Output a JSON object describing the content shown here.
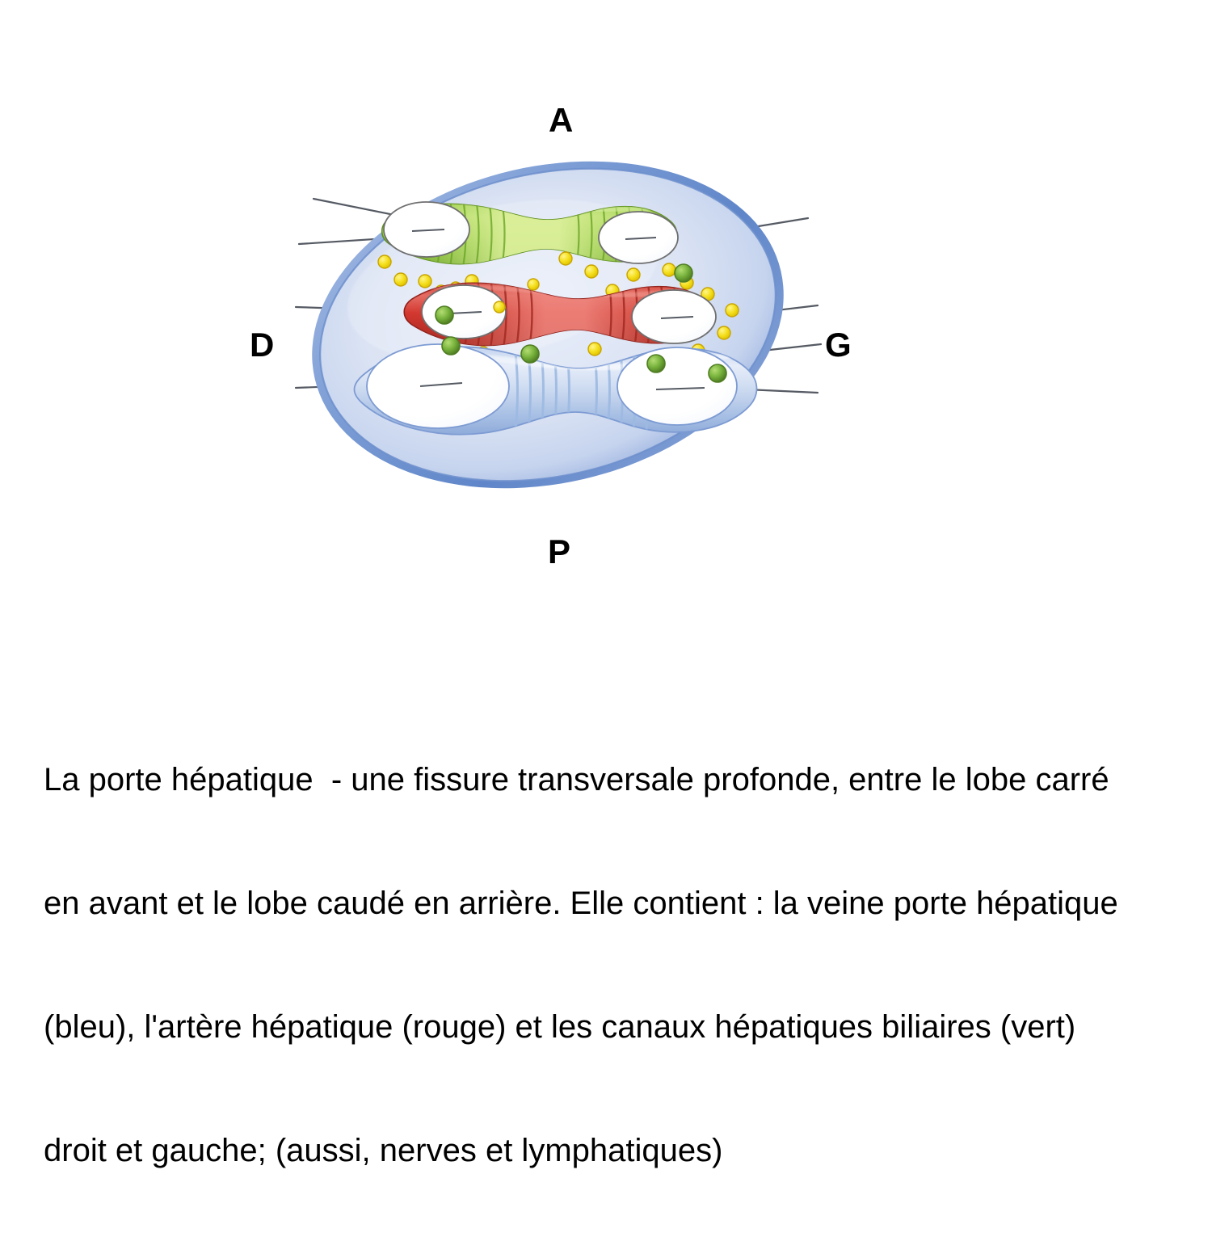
{
  "slide": {
    "background_color": "#ffffff",
    "text_color": "#000000"
  },
  "orientation_labels": {
    "anterior": "A",
    "right": "D",
    "left": "G",
    "posterior": "P"
  },
  "figure": {
    "title": "coupe transversale de la porte hepatique",
    "outline_color": "#5b7fb5",
    "body_fill": "#d8e2f3",
    "structures": [
      {
        "name": "canaux hepatiques biliaires",
        "color": "#8cc63f",
        "highlight": "#c9e57a",
        "position": "superieur"
      },
      {
        "name": "artere hepatique",
        "color": "#d23b36",
        "highlight": "#e9736b",
        "position": "moyen"
      },
      {
        "name": "veine porte hepatique",
        "color": "#b8ccea",
        "highlight": "#e8eef9",
        "position": "inferieur"
      }
    ],
    "markers": [
      {
        "name": "nerfs",
        "color": "#f5e020",
        "stroke": "#c9a400",
        "shape": "dot-small"
      },
      {
        "name": "lymphatiques",
        "color": "#7cb342",
        "stroke": "#4f7d22",
        "shape": "dot-large"
      }
    ],
    "leader_line_color": "#555a63"
  },
  "caption": {
    "line1": "La porte hépatique  - une fissure transversale profonde, entre le lobe carré",
    "line2": "en avant et le lobe caudé en arrière. Elle contient : la veine porte hépatique",
    "line3": "(bleu), l'artère hépatique (rouge) et les canaux hépatiques biliaires (vert)",
    "line4": "droit et gauche; (aussi, nerves et lymphatiques)"
  }
}
